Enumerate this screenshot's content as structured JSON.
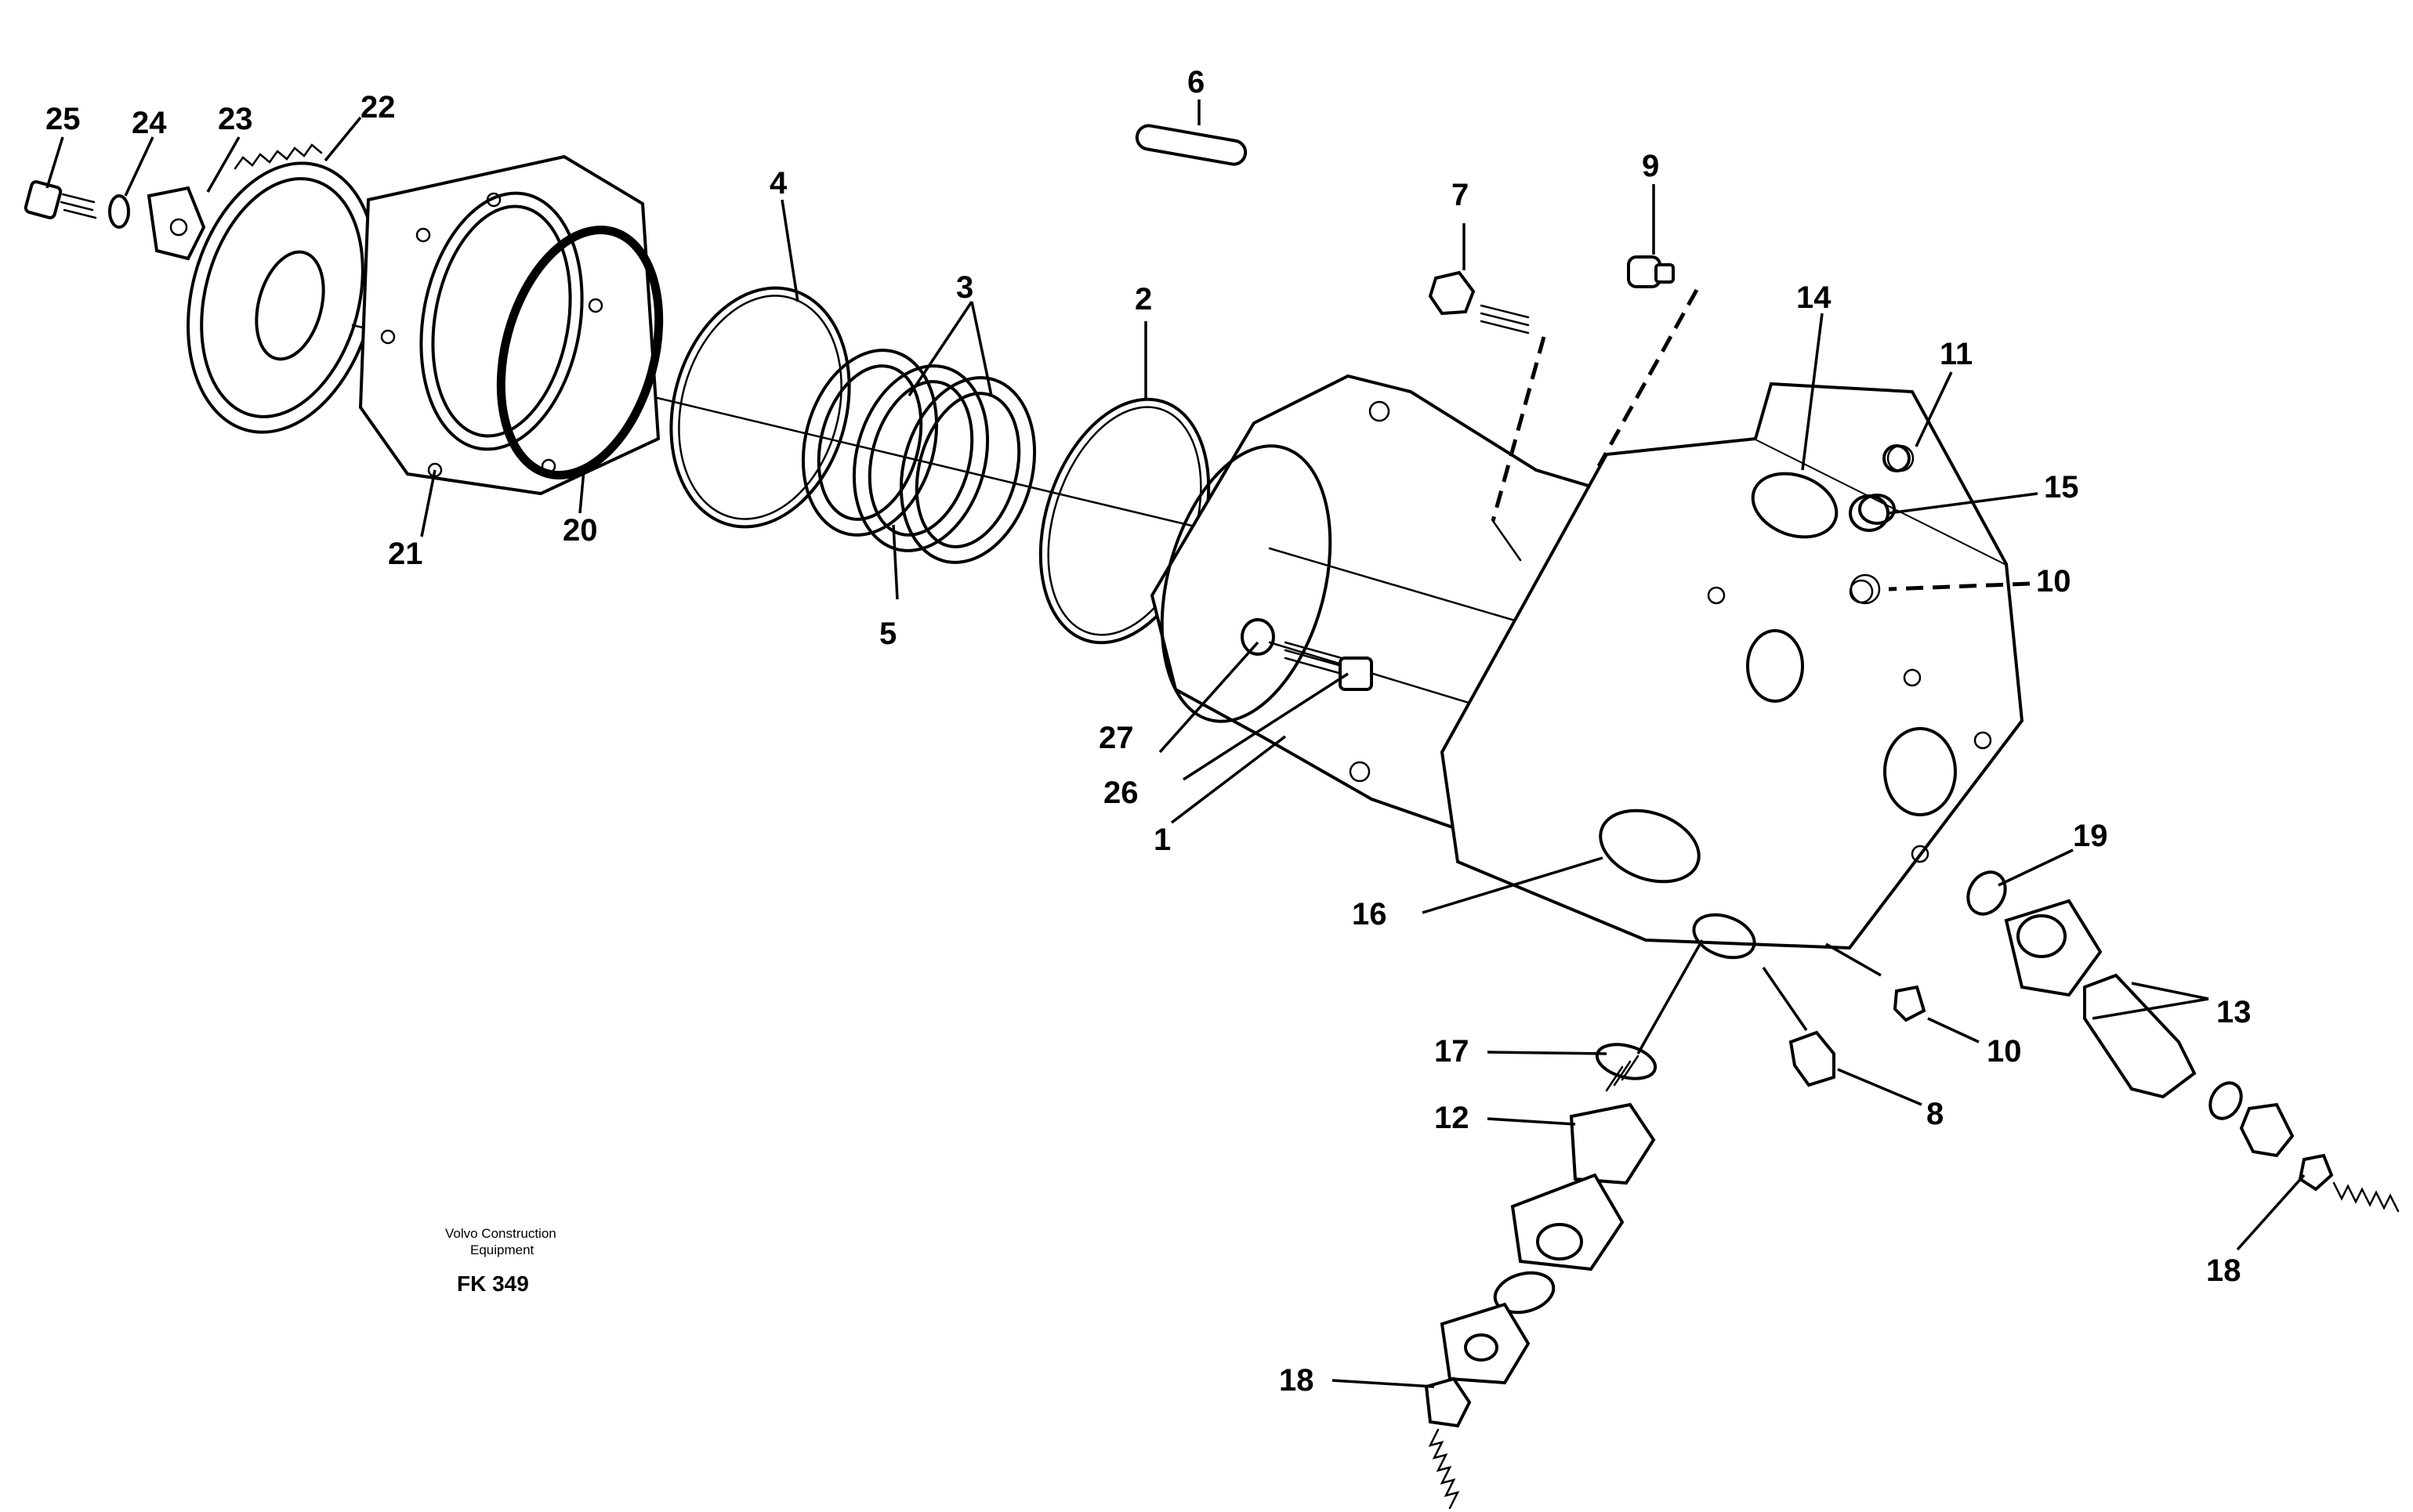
{
  "drawing": {
    "company_line1": "Volvo Construction",
    "company_line2": "Equipment",
    "drawing_code": "FK 349"
  },
  "callouts": [
    {
      "id": "c1",
      "label": "1"
    },
    {
      "id": "c2",
      "label": "2"
    },
    {
      "id": "c3",
      "label": "3"
    },
    {
      "id": "c4",
      "label": "4"
    },
    {
      "id": "c5",
      "label": "5"
    },
    {
      "id": "c6",
      "label": "6"
    },
    {
      "id": "c7",
      "label": "7"
    },
    {
      "id": "c8",
      "label": "8"
    },
    {
      "id": "c9",
      "label": "9"
    },
    {
      "id": "c10a",
      "label": "10"
    },
    {
      "id": "c10b",
      "label": "10"
    },
    {
      "id": "c11",
      "label": "11"
    },
    {
      "id": "c12",
      "label": "12"
    },
    {
      "id": "c13",
      "label": "13"
    },
    {
      "id": "c14",
      "label": "14"
    },
    {
      "id": "c15",
      "label": "15"
    },
    {
      "id": "c16",
      "label": "16"
    },
    {
      "id": "c17",
      "label": "17"
    },
    {
      "id": "c18a",
      "label": "18"
    },
    {
      "id": "c18b",
      "label": "18"
    },
    {
      "id": "c19",
      "label": "19"
    },
    {
      "id": "c20",
      "label": "20"
    },
    {
      "id": "c21",
      "label": "21"
    },
    {
      "id": "c22",
      "label": "22"
    },
    {
      "id": "c23",
      "label": "23"
    },
    {
      "id": "c24",
      "label": "24"
    },
    {
      "id": "c25",
      "label": "25"
    },
    {
      "id": "c26",
      "label": "26"
    },
    {
      "id": "c27",
      "label": "27"
    }
  ]
}
